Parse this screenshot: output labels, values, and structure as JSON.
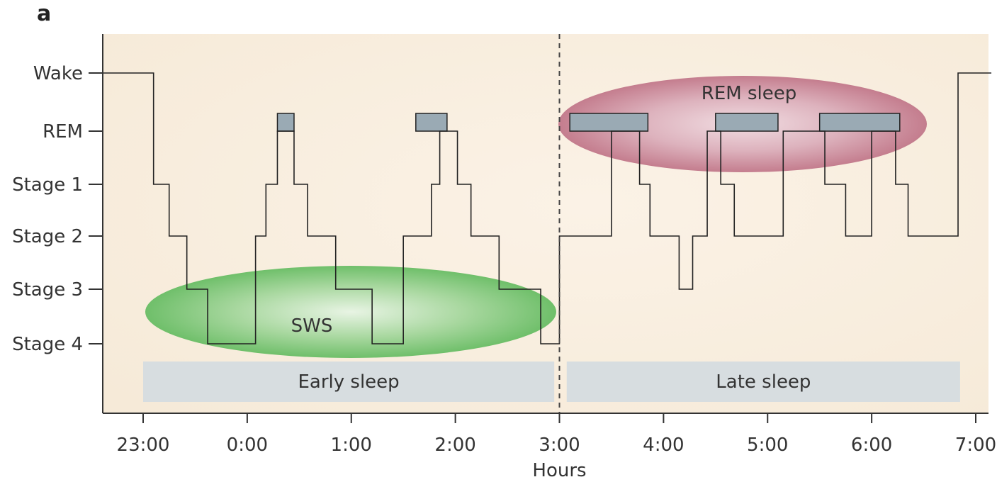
{
  "panel_label": "a",
  "chart_data": {
    "type": "line",
    "title": "",
    "xlabel": "Hours",
    "ylabel": "",
    "x_ticks": [
      23,
      24,
      25,
      26,
      27,
      28,
      29,
      30,
      31
    ],
    "x_tick_labels": [
      "23:00",
      "0:00",
      "1:00",
      "2:00",
      "3:00",
      "4:00",
      "5:00",
      "6:00",
      "7:00"
    ],
    "xlim": [
      22.6,
      31.15
    ],
    "stage_levels": [
      "Wake",
      "REM",
      "Stage 1",
      "Stage 2",
      "Stage 3",
      "Stage 4"
    ],
    "y_tick_labels": [
      "Wake",
      "REM",
      "Stage 1",
      "Stage 2",
      "Stage 3",
      "Stage 4"
    ],
    "hypnogram": {
      "times": [
        22.6,
        23.1,
        23.25,
        23.42,
        23.62,
        23.92,
        24.08,
        24.18,
        24.29,
        24.45,
        24.58,
        24.85,
        25.2,
        25.5,
        25.77,
        25.85,
        26.02,
        26.15,
        26.42,
        26.82,
        27.0,
        27.5,
        27.77,
        27.87,
        28.15,
        28.28,
        28.42,
        28.55,
        28.68,
        28.85,
        29.15,
        29.55,
        29.75,
        30.0,
        30.23,
        30.35,
        30.45,
        30.83,
        31.15
      ],
      "stages": [
        0,
        2,
        3,
        4,
        5,
        5,
        3,
        2,
        1,
        2,
        3,
        4,
        5,
        3,
        2,
        1,
        2,
        3,
        4,
        5,
        3,
        1,
        2,
        3,
        4,
        3,
        1,
        2,
        3,
        3,
        1,
        2,
        3,
        1,
        2,
        3,
        3,
        0,
        0
      ],
      "rem_fill_color": "#9aaab4"
    },
    "rem_periods": [
      [
        24.29,
        24.45
      ],
      [
        25.62,
        25.92
      ],
      [
        27.1,
        27.85
      ],
      [
        28.5,
        29.1
      ],
      [
        29.5,
        30.27
      ]
    ],
    "rem_periods_note": "",
    "annotations": [
      {
        "label": "SWS",
        "color": "#6fbf6a"
      },
      {
        "label": "REM sleep",
        "color": "#c47d8e"
      }
    ],
    "phases": [
      {
        "label": "Early sleep",
        "start": 23.0,
        "end": 26.95
      },
      {
        "label": "Late sleep",
        "start": 27.07,
        "end": 30.85
      }
    ],
    "divider_x": 27.0,
    "grid": false,
    "legend": "none"
  }
}
